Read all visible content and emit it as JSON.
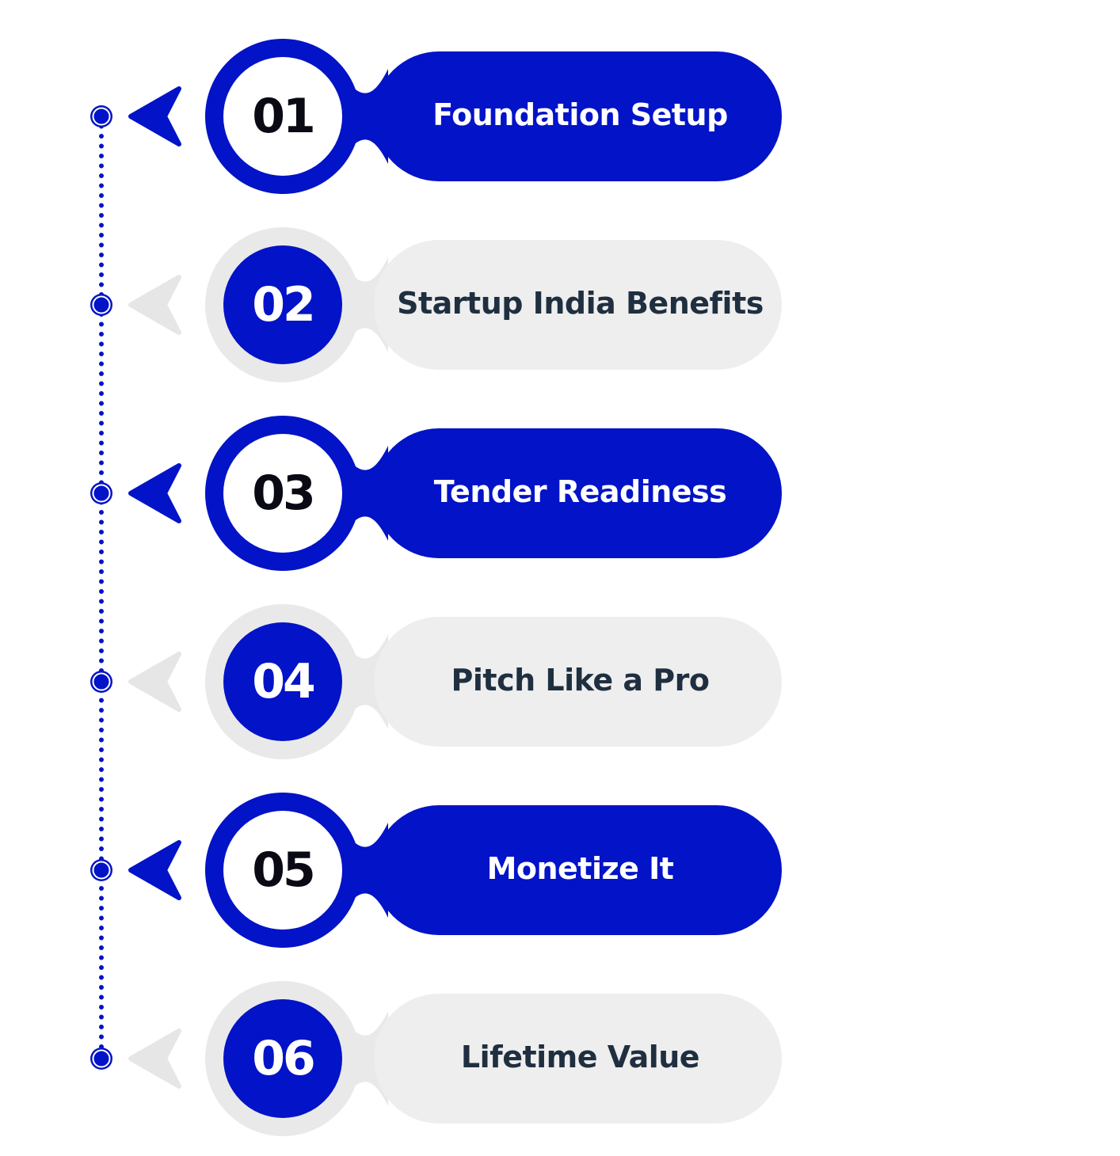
{
  "colors": {
    "accent": "#0313c7",
    "inactive_fill": "#eeeeee",
    "inactive_ring": "#e9e9e9",
    "arrow_inactive": "#e6e6e6",
    "white": "#ffffff",
    "dark_number": "#0a0a14",
    "dark_label": "#1f2f40"
  },
  "steps": [
    {
      "number": "01",
      "label": "Foundation Setup",
      "state": "active"
    },
    {
      "number": "02",
      "label": "Startup India Benefits",
      "state": "inactive"
    },
    {
      "number": "03",
      "label": "Tender Readiness",
      "state": "active"
    },
    {
      "number": "04",
      "label": "Pitch Like a Pro",
      "state": "inactive"
    },
    {
      "number": "05",
      "label": "Monetize It",
      "state": "active"
    },
    {
      "number": "06",
      "label": "Lifetime Value",
      "state": "inactive"
    }
  ]
}
